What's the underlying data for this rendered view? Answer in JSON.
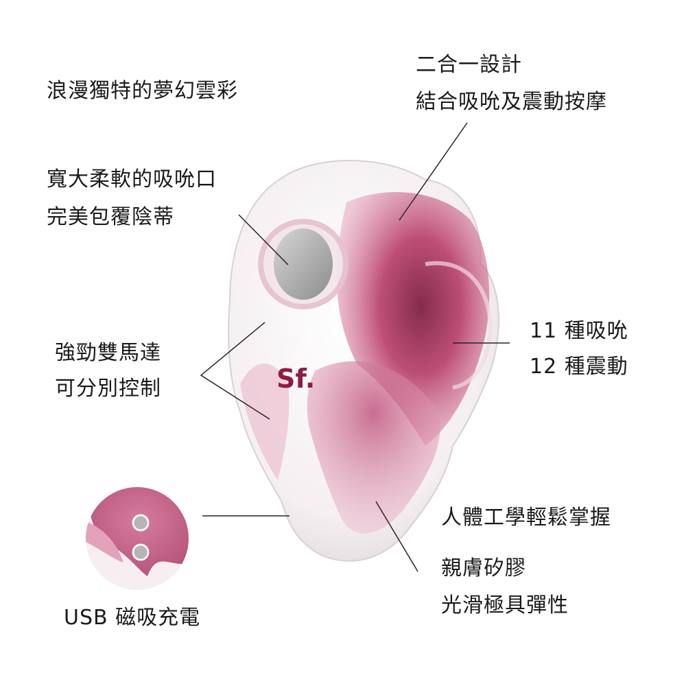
{
  "features": {
    "cloud_design": {
      "line1": "浪漫獨特的夢幻雲彩"
    },
    "two_in_one": {
      "line1": "二合一設計",
      "line2": "結合吸吮及震動按摩"
    },
    "suction_mouth": {
      "line1": "寬大柔軟的吸吮口",
      "line2": "完美包覆陰蒂"
    },
    "dual_motor": {
      "line1": "強勁雙馬達",
      "line2": "可分別控制"
    },
    "modes": {
      "line1": "11 種吸吮",
      "line2": "12 種震動"
    },
    "ergonomic": {
      "line1": "人體工學輕鬆掌握"
    },
    "silicone": {
      "line1": "親膚矽膠",
      "line2": "光滑極具彈性"
    },
    "charging": {
      "line1": "USB 磁吸充電"
    }
  },
  "product": {
    "logo_text": "Sf.",
    "colors": {
      "body": "#f3eef0",
      "pink_light": "#e9a9c2",
      "pink_mid": "#c9587f",
      "pink_dark": "#8e1d45",
      "nozzle": "#a9a9a9",
      "line": "#2a2222"
    }
  }
}
